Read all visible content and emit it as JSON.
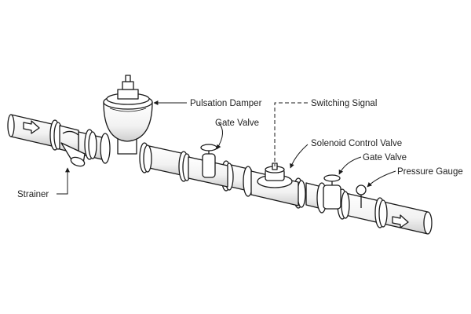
{
  "diagram": {
    "labels": {
      "pulsation_damper": "Pulsation Damper",
      "switching_signal": "Switching Signal",
      "gate_valve_1": "Gate Valve",
      "solenoid_control_valve": "Solenoid Control Valve",
      "gate_valve_2": "Gate Valve",
      "pressure_gauge": "Pressure Gauge",
      "strainer": "Strainer"
    },
    "flow_direction": "left-to-right",
    "colors": {
      "line": "#1a1a1a",
      "fill": "#ffffff",
      "shade": "#d9d9d9"
    }
  }
}
